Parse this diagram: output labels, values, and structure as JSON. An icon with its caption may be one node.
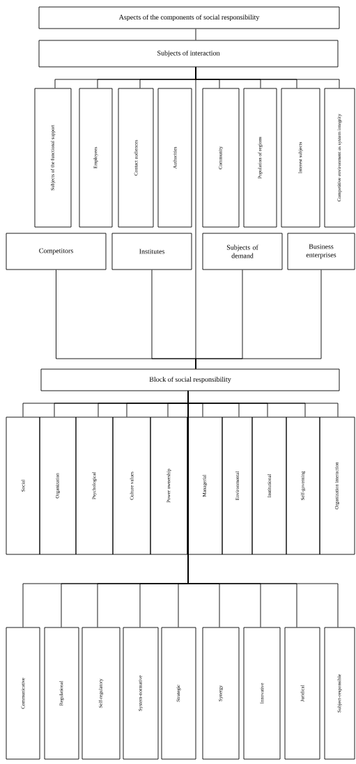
{
  "diagram": {
    "nodes": [
      {
        "text": [
          "Aspects of the components of social responsibility"
        ]
      },
      {
        "text": [
          "Subjects of interaction"
        ]
      },
      {
        "text": [
          "Subjects of the functional support"
        ]
      },
      {
        "text": [
          "Employees"
        ]
      },
      {
        "text": [
          "Contact audiences"
        ]
      },
      {
        "text": [
          "Authorities"
        ]
      },
      {
        "text": [
          "Community"
        ]
      },
      {
        "text": [
          "Population of regions"
        ]
      },
      {
        "text": [
          "Interest subjects"
        ]
      },
      {
        "text": [
          "Competitive environment as system integrity"
        ]
      },
      {
        "text": [
          "Competitors"
        ]
      },
      {
        "text": [
          "Institutes"
        ]
      },
      {
        "text": [
          "Subjects of demand"
        ]
      },
      {
        "text": [
          "Business enterprises"
        ]
      },
      {
        "text": [
          "Block of social responsibility"
        ]
      },
      {
        "text": [
          "Social"
        ]
      },
      {
        "text": [
          "Organization"
        ]
      },
      {
        "text": [
          "Psychological"
        ]
      },
      {
        "text": [
          "Culture values"
        ]
      },
      {
        "text": [
          "Power ownership"
        ]
      },
      {
        "text": [
          "Managerial"
        ]
      },
      {
        "text": [
          "Environmental"
        ]
      },
      {
        "text": [
          "Institutional"
        ]
      },
      {
        "text": [
          "Self-governing"
        ]
      },
      {
        "text": [
          "Organization interaction"
        ]
      },
      {
        "text": [
          "Communicative"
        ]
      },
      {
        "text": [
          "Regulational"
        ]
      },
      {
        "text": [
          "Self-regulatory"
        ]
      },
      {
        "text": [
          "System-normative"
        ]
      },
      {
        "text": [
          "Strategic"
        ]
      },
      {
        "text": [
          "Synergy"
        ]
      },
      {
        "text": [
          "Innovative"
        ]
      },
      {
        "text": [
          "Juridical"
        ]
      },
      {
        "text": [
          "Subject-responsible"
        ]
      }
    ],
    "edges": [
      {
        "from": 0,
        "to": 1,
        "arrow": "none"
      },
      {
        "from": 1,
        "to": 2,
        "arrow": "none"
      },
      {
        "from": 1,
        "to": 3,
        "arrow": "none"
      },
      {
        "from": 1,
        "to": 4,
        "arrow": "none"
      },
      {
        "from": 1,
        "to": 6,
        "arrow": "none"
      },
      {
        "from": 1,
        "to": 7,
        "arrow": "none"
      },
      {
        "from": 1,
        "to": 8,
        "arrow": "none"
      },
      {
        "from": 1,
        "to": 9,
        "arrow": "none"
      },
      {
        "from": 1,
        "to": 14,
        "arrow": "none"
      },
      {
        "from": 10,
        "to": 14,
        "arrow": "none"
      },
      {
        "from": 11,
        "to": 14,
        "arrow": "none"
      },
      {
        "from": 12,
        "to": 14,
        "arrow": "none"
      },
      {
        "from": 13,
        "to": 14,
        "arrow": "none"
      },
      {
        "from": 14,
        "to": 15,
        "arrow": "none"
      },
      {
        "from": 14,
        "to": 16,
        "arrow": "none"
      },
      {
        "from": 14,
        "to": 17,
        "arrow": "none"
      },
      {
        "from": 14,
        "to": 18,
        "arrow": "none"
      },
      {
        "from": 14,
        "to": 19,
        "arrow": "none"
      },
      {
        "from": 14,
        "to": 20,
        "arrow": "none"
      },
      {
        "from": 14,
        "to": 21,
        "arrow": "none"
      },
      {
        "from": 14,
        "to": 22,
        "arrow": "none"
      },
      {
        "from": 14,
        "to": 23,
        "arrow": "none"
      },
      {
        "from": 14,
        "to": 24,
        "arrow": "none"
      },
      {
        "from": 14,
        "to": 25,
        "arrow": "none"
      },
      {
        "from": 14,
        "to": 26,
        "arrow": "none"
      },
      {
        "from": 14,
        "to": 27,
        "arrow": "none"
      },
      {
        "from": 14,
        "to": 28,
        "arrow": "none"
      },
      {
        "from": 14,
        "to": 29,
        "arrow": "none"
      },
      {
        "from": 14,
        "to": 30,
        "arrow": "none"
      },
      {
        "from": 14,
        "to": 31,
        "arrow": "none"
      },
      {
        "from": 14,
        "to": 32,
        "arrow": "none"
      },
      {
        "from": 14,
        "to": 33,
        "arrow": "none"
      }
    ]
  }
}
